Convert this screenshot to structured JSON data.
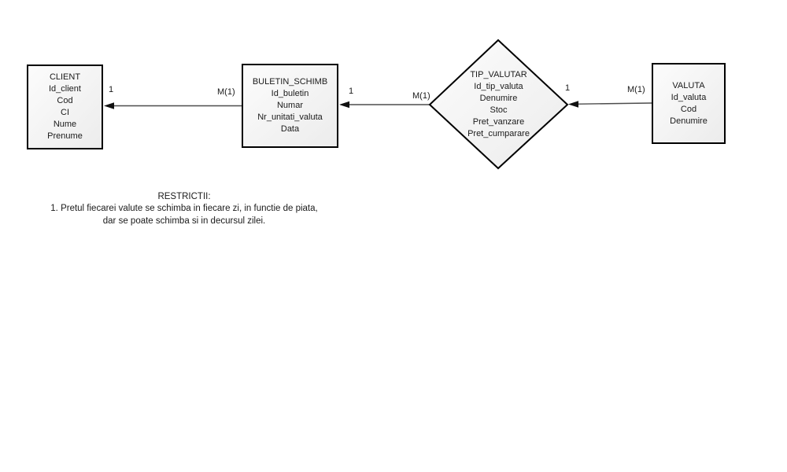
{
  "diagram": {
    "type": "entity-relationship",
    "entities": {
      "client": {
        "name": "CLIENT",
        "attributes": [
          "Id_client",
          "Cod",
          "CI",
          "Nume",
          "Prenume"
        ]
      },
      "buletin_schimb": {
        "name": "BULETIN_SCHIMB",
        "attributes": [
          "Id_buletin",
          "Numar",
          "Nr_unitati_valuta",
          "Data"
        ]
      },
      "valuta": {
        "name": "VALUTA",
        "attributes": [
          "Id_valuta",
          "Cod",
          "Denumire"
        ]
      }
    },
    "relationship": {
      "name": "TIP_VALUTAR",
      "attributes": [
        "Id_tip_valuta",
        "Denumire",
        "Stoc",
        "Pret_vanzare",
        "Pret_cumparare"
      ]
    },
    "connections": [
      {
        "from": "BULETIN_SCHIMB",
        "to": "CLIENT",
        "label_at_to": "1",
        "label_at_from": "M(1)"
      },
      {
        "from": "TIP_VALUTAR",
        "to": "BULETIN_SCHIMB",
        "label_at_to": "1",
        "label_at_from": "M(1)"
      },
      {
        "from": "VALUTA",
        "to": "TIP_VALUTAR",
        "label_at_to": "1",
        "label_at_from": "M(1)"
      }
    ],
    "notes": {
      "title": "RESTRICTII:",
      "lines": [
        "1. Pretul fiecarei valute se schimba in fiecare zi, in functie de piata,",
        "dar se poate schimba si in decursul zilei."
      ]
    }
  },
  "colors": {
    "shape_border": "#000000",
    "shape_fill_top": "#fcfcfc",
    "shape_fill_bottom": "#ececec",
    "connector": "#4d4d4d",
    "text": "#1a1a1a",
    "canvas_bg": "#ffffff"
  }
}
